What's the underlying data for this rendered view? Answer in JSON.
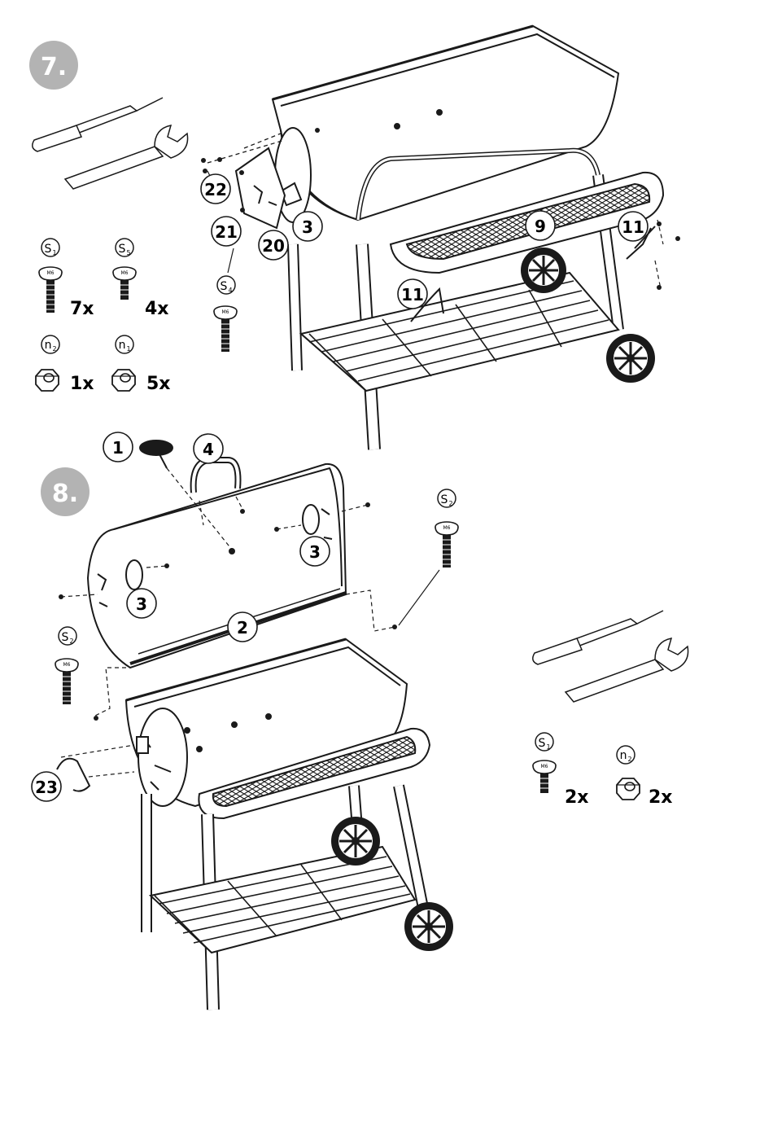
{
  "steps": [
    {
      "number": "7.",
      "callouts": [
        "22",
        "21",
        "20",
        "3",
        "9",
        "11",
        "11"
      ],
      "hardware": [
        {
          "id": "S1",
          "letter": "S",
          "sub": "1",
          "qty": "7x",
          "type": "bolt-long"
        },
        {
          "id": "S5",
          "letter": "S",
          "sub": "5",
          "qty": "4x",
          "type": "bolt-short"
        },
        {
          "id": "S4",
          "letter": "S",
          "sub": "4",
          "qty": "",
          "type": "bolt-long"
        },
        {
          "id": "n2",
          "letter": "n",
          "sub": "2",
          "qty": "1x",
          "type": "nut"
        },
        {
          "id": "n1",
          "letter": "n",
          "sub": "1",
          "qty": "5x",
          "type": "nut"
        }
      ],
      "tools": [
        "screwdriver-icon",
        "wrench-icon"
      ]
    },
    {
      "number": "8.",
      "callouts": [
        "1",
        "4",
        "3",
        "3",
        "2",
        "23"
      ],
      "hardware": [
        {
          "id": "S2a",
          "letter": "S",
          "sub": "2",
          "qty": "",
          "type": "bolt-long"
        },
        {
          "id": "S2b",
          "letter": "S",
          "sub": "2",
          "qty": "",
          "type": "bolt-long"
        },
        {
          "id": "S1b",
          "letter": "S",
          "sub": "1",
          "qty": "2x",
          "type": "bolt-long"
        },
        {
          "id": "n2b",
          "letter": "n",
          "sub": "2",
          "qty": "2x",
          "type": "nut"
        }
      ],
      "tools": [
        "screwdriver-icon",
        "wrench-icon"
      ]
    }
  ],
  "colors": {
    "badge": "#b3b3b3",
    "line": "#1a1a1a",
    "badge_text": "#ffffff"
  }
}
